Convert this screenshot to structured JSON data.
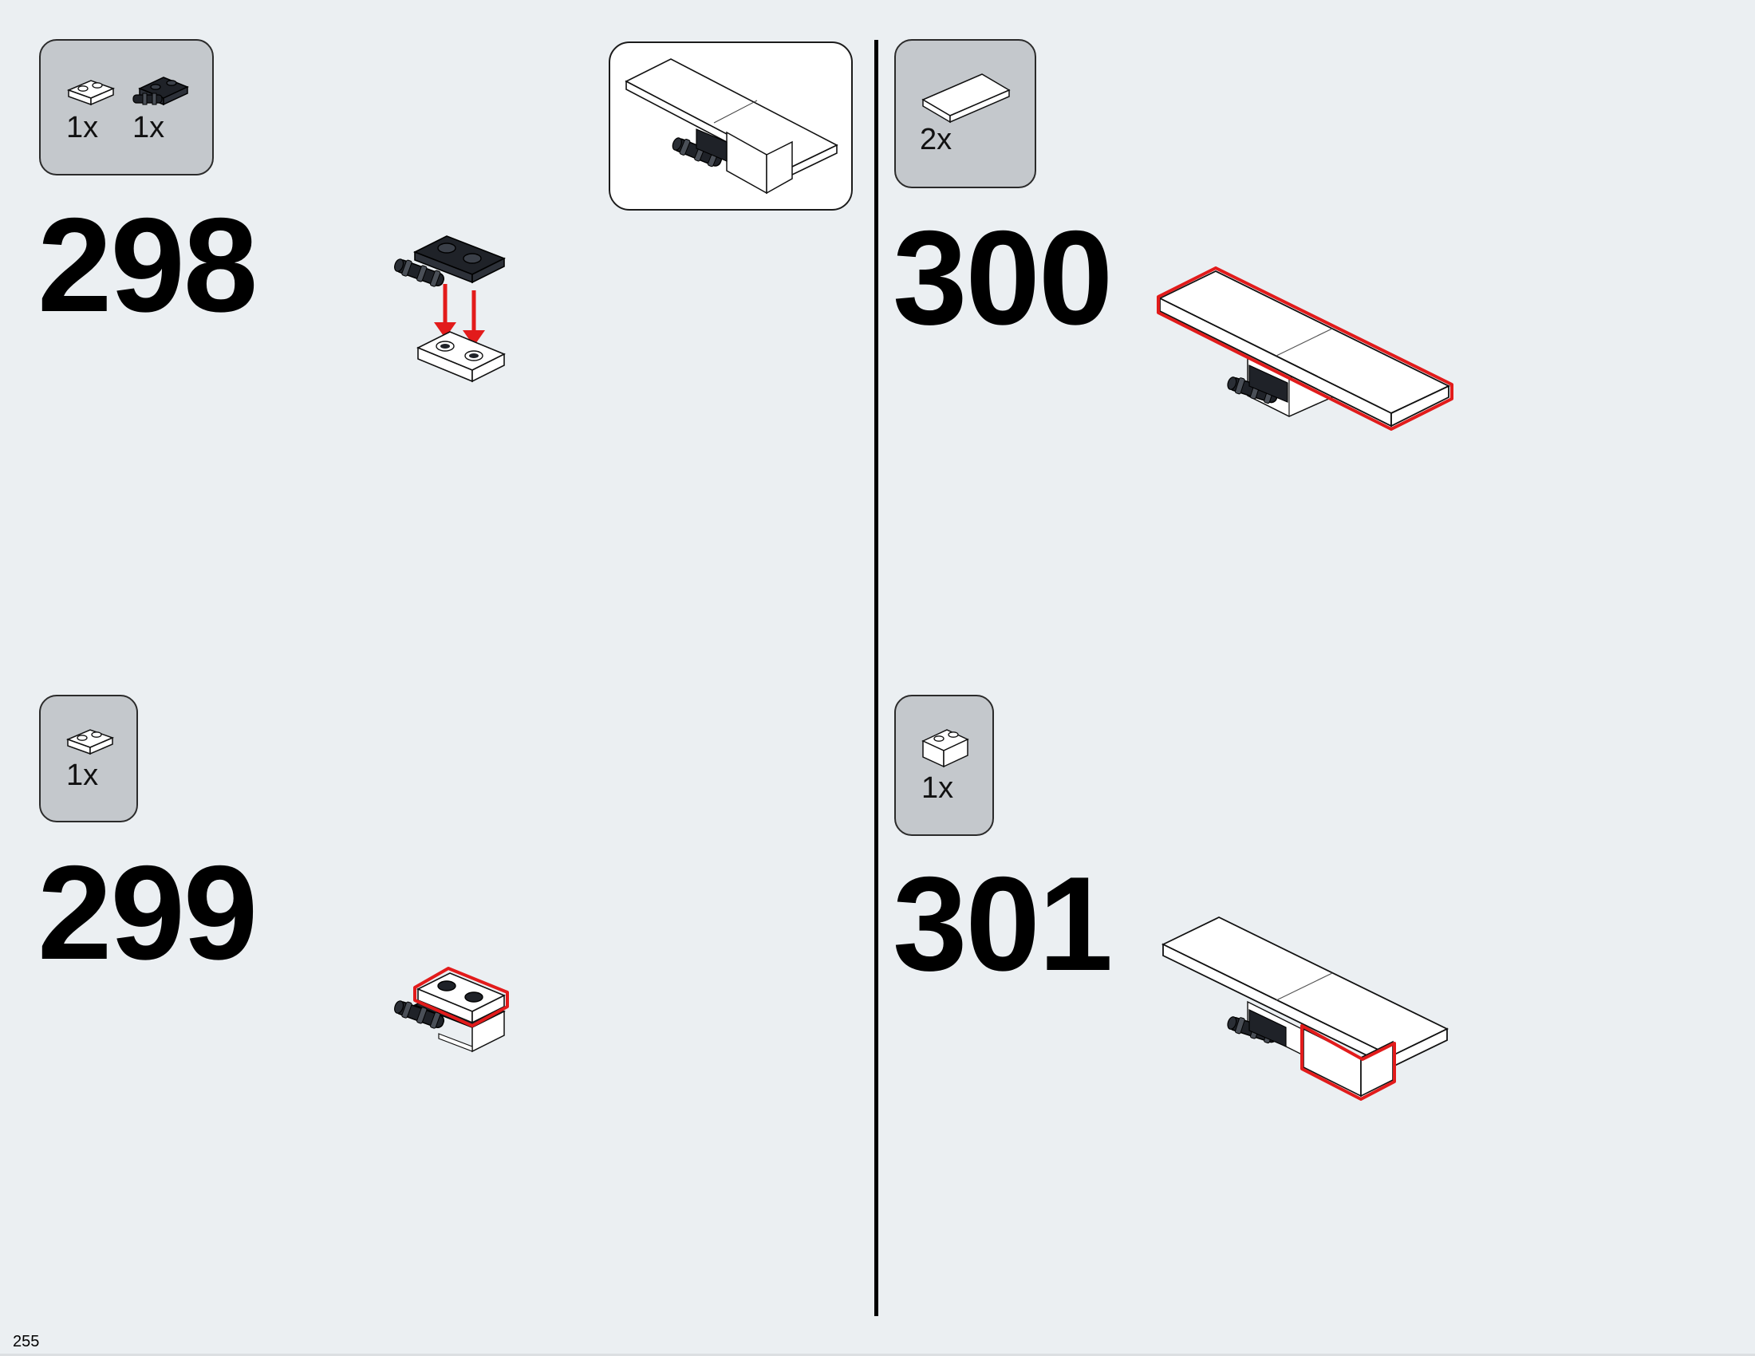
{
  "page": {
    "number": "255"
  },
  "colors": {
    "background": "#ebeff2",
    "parts_box": "#c4c8cc",
    "highlight": "#e21b1b",
    "arrow": "#e21b1b",
    "brick_dark": "#1f2228",
    "brick_light": "#ffffff"
  },
  "steps": [
    {
      "number": "298",
      "parts": [
        {
          "qty": "1x",
          "icon": "plate-1x2-white-icon"
        },
        {
          "qty": "1x",
          "icon": "plate-1x2-clips-black-icon"
        }
      ]
    },
    {
      "number": "299",
      "parts": [
        {
          "qty": "1x",
          "icon": "plate-1x2-white-icon"
        }
      ]
    },
    {
      "number": "300",
      "parts": [
        {
          "qty": "2x",
          "icon": "tile-2x4-white-icon"
        }
      ]
    },
    {
      "number": "301",
      "parts": [
        {
          "qty": "1x",
          "icon": "brick-1x2-white-icon"
        }
      ]
    }
  ]
}
